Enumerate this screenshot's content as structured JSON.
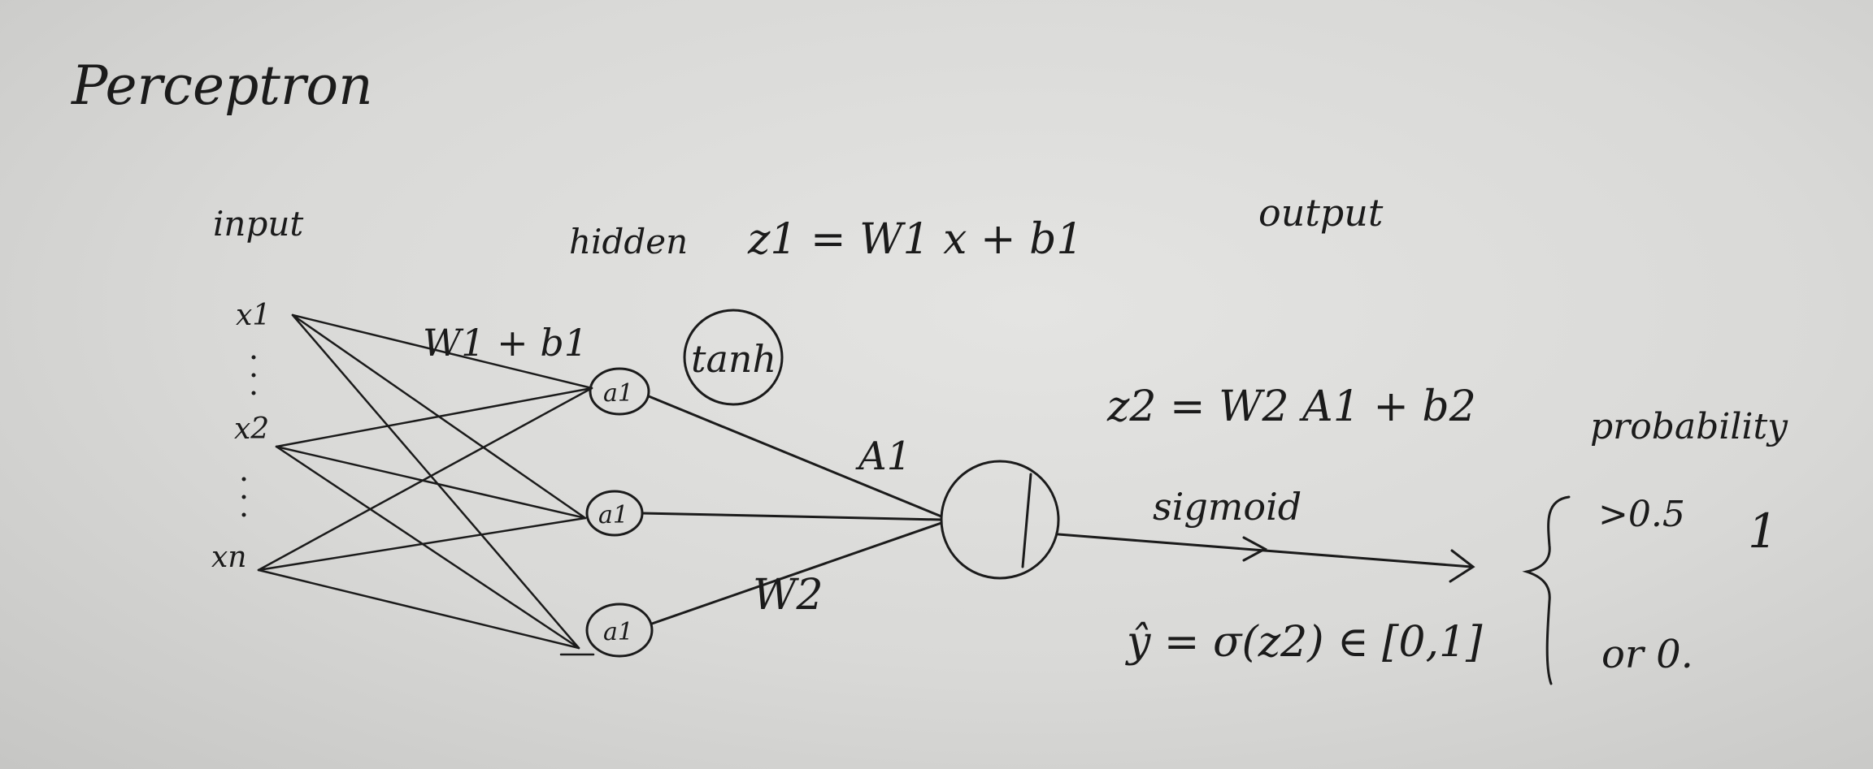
{
  "title": "Perceptron",
  "labels": {
    "input": "input",
    "hidden": "hidden",
    "output": "output",
    "hidden_formula": "z1 = W1 x + b1",
    "output_formula": "z2 = W2 A1 + b2",
    "probability": "probability",
    "weights_1": "W1 + b1",
    "weights_2": "W2",
    "activation_hidden": "tanh",
    "activation_output": "sigmoid",
    "hidden_output": "A1",
    "prediction": "ŷ = σ(z2) ∈ [0,1]",
    "decision_condition": ">0.5",
    "decision_true": "1",
    "decision_else": "or 0."
  },
  "inputs": [
    "x1",
    "x2",
    "xn"
  ],
  "hidden_units": [
    "a1",
    "a1",
    "a1"
  ]
}
